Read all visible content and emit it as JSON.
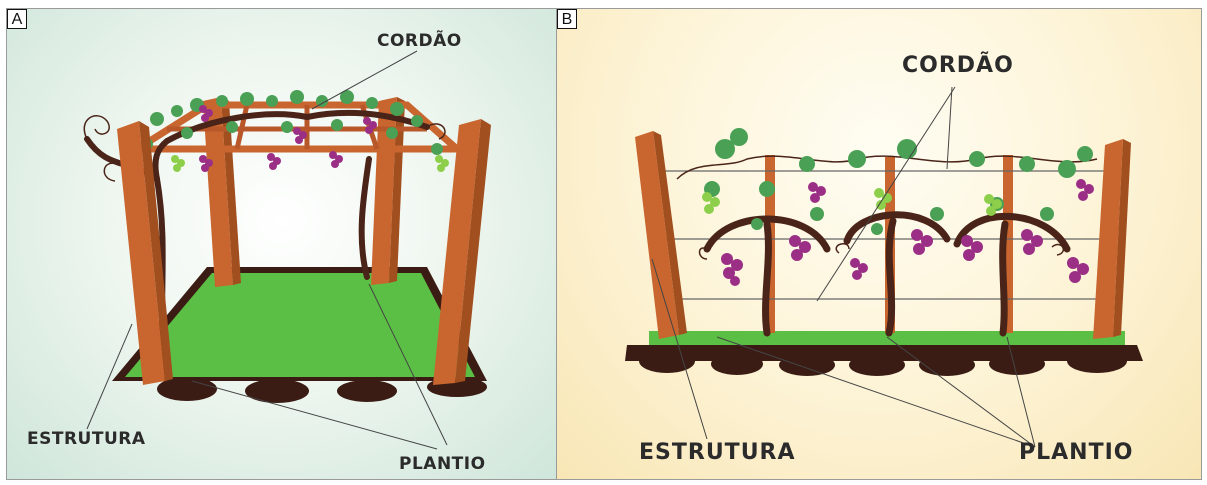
{
  "panels": {
    "a": {
      "letter": "A",
      "labels": {
        "cordao": "CORDÃO",
        "estrutura": "ESTRUTURA",
        "plantio": "PLANTIO"
      }
    },
    "b": {
      "letter": "B",
      "labels": {
        "cordao": "CORDÃO",
        "estrutura": "ESTRUTURA",
        "plantio": "PLANTIO"
      }
    }
  },
  "colors": {
    "post": "#c9662f",
    "post_shadow": "#a24f1f",
    "grass": "#5bbf45",
    "soil": "#3a1c14",
    "grape": "#9b2f86",
    "leaf": "#4aa055",
    "trunk": "#4a2418"
  }
}
